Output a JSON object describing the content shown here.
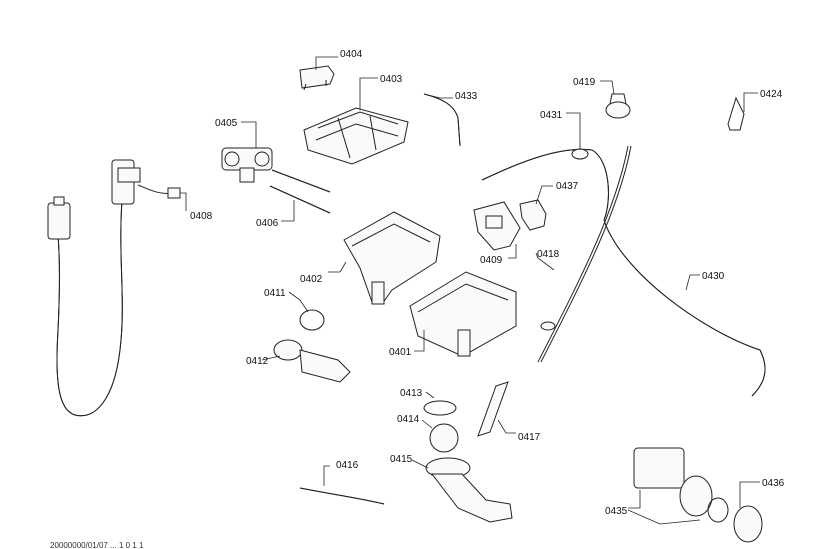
{
  "diagram": {
    "labels": {
      "p0401": "0401",
      "p0402": "0402",
      "p0403": "0403",
      "p0404": "0404",
      "p0405": "0405",
      "p0406": "0406",
      "p0408": "0408",
      "p0409": "0409",
      "p0411": "0411",
      "p0412": "0412",
      "p0413": "0413",
      "p0414": "0414",
      "p0415": "0415",
      "p0416": "0416",
      "p0417": "0417",
      "p0418": "0418",
      "p0419": "0419",
      "p0424": "0424",
      "p0430": "0430",
      "p0431": "0431",
      "p0433": "0433",
      "p0435": "0435",
      "p0436": "0436",
      "p0437": "0437"
    },
    "footer_text": "20000000/01/07 ... 1 0 1 1"
  }
}
